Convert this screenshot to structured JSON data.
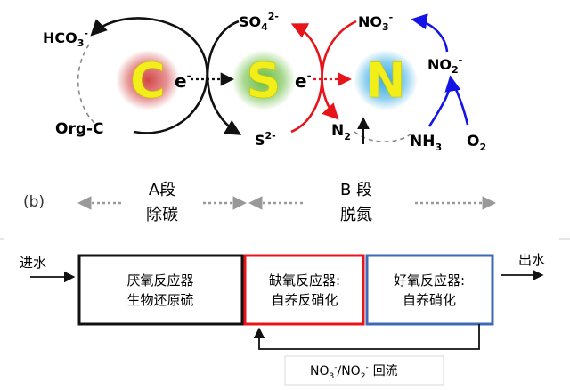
{
  "cycle": {
    "hco3": {
      "base": "HCO",
      "sub": "3",
      "sup": "-"
    },
    "orgc": "Org-C",
    "so4": {
      "base": "SO",
      "sub": "4",
      "sup": "2-"
    },
    "s2": {
      "base": "S",
      "sup": "2-"
    },
    "no3": {
      "base": "NO",
      "sub": "3",
      "sup": "-"
    },
    "no2": {
      "base": "NO",
      "sub": "2",
      "sup": "-"
    },
    "n2": {
      "base": "N",
      "sub": "2"
    },
    "nh3": {
      "base": "NH",
      "sub": "3"
    },
    "o2": {
      "base": "O",
      "sub": "2"
    },
    "electron": {
      "base": "e",
      "sup": "-"
    },
    "elements": {
      "c": "C",
      "s": "S",
      "n": "N"
    },
    "colors": {
      "c_glow": "#d23c3c",
      "s_glow": "#5fb832",
      "n_glow": "#2aa6e0",
      "letter": "#f2ee1a",
      "red": "#e8141b",
      "blue": "#1414e6"
    }
  },
  "stages": {
    "panel_label": "(b)",
    "a_title": "A段",
    "a_sub": "除碳",
    "b_title": "B 段",
    "b_sub": "脱氮"
  },
  "process": {
    "inlet": "进水",
    "outlet": "出水",
    "reactors": [
      {
        "line1": "厌氧反应器",
        "line2": "生物还原硫",
        "border": "#111111"
      },
      {
        "line1": "缺氧反应器:",
        "line2": "自养反硝化",
        "border": "#e8141b"
      },
      {
        "line1": "好氧反应器:",
        "line2": "自养硝化",
        "border": "#3d6ab8"
      }
    ],
    "recycle": {
      "no3": {
        "base": "NO",
        "sub": "3",
        "sup": "-"
      },
      "slash": "/",
      "no2": {
        "base": "NO",
        "sub": "2",
        "sup": "-"
      },
      "label": "回流"
    }
  }
}
